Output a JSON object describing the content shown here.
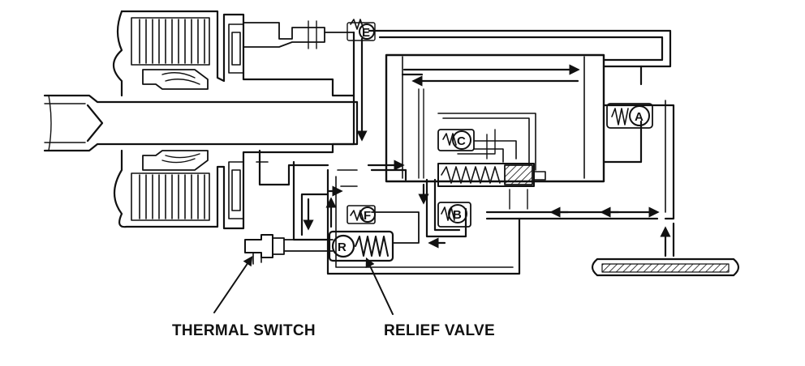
{
  "labels": {
    "thermal_switch": "THERMAL SWITCH",
    "relief_valve": "RELIEF VALVE"
  },
  "valves": {
    "a": "A",
    "b": "B",
    "c": "C",
    "e": "E",
    "f": "F",
    "r": "R"
  },
  "colors": {
    "ink": "#111111",
    "paper": "#ffffff"
  }
}
